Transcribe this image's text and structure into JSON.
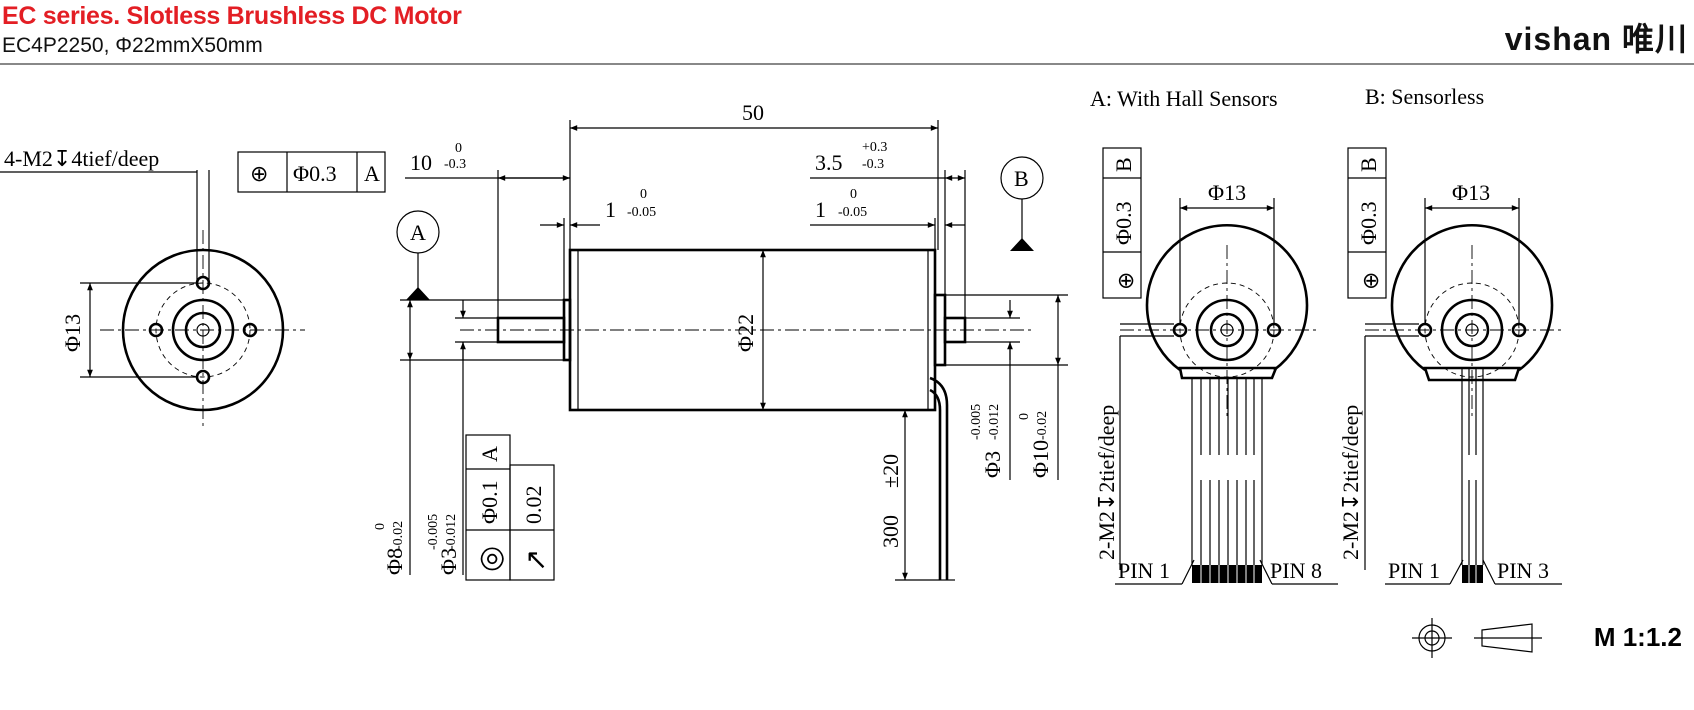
{
  "header": {
    "title": "EC series. Slotless Brushless DC Motor",
    "subtitle": "EC4P2250, Φ22mmX50mm",
    "logo": "vishan 唯川"
  },
  "legend": {
    "a": "A: With Hall Sensors",
    "b": "B: Sensorless"
  },
  "front_view": {
    "thread_note": "4-M2↧4tief/deep",
    "frame": [
      "⊕",
      "Φ0.3",
      "A"
    ],
    "dia_label": "Φ13"
  },
  "side_view": {
    "length": "50",
    "shaft_len": "10",
    "shaft_len_up": "0",
    "shaft_len_low": "-0.3",
    "flange_front": "1",
    "flange_front_up": "0",
    "flange_front_low": "-0.05",
    "rear_shaft": "3.5",
    "rear_shaft_up": "+0.3",
    "rear_shaft_low": "-0.3",
    "flange_rear": "1",
    "flange_rear_up": "0",
    "flange_rear_low": "-0.05",
    "datum_a": "A",
    "datum_b": "B",
    "body_dia": "Φ22",
    "rear_shaft_dia": "Φ3",
    "rear_shaft_dia_up": "-0.005",
    "rear_shaft_dia_low": "-0.012",
    "rear_boss_dia": "Φ10",
    "rear_boss_dia_up": "0",
    "rear_boss_dia_low": "-0.02",
    "boss_dia": "Φ8",
    "boss_dia_up": "0",
    "boss_dia_low": "-0.02",
    "shaft_dia": "Φ3",
    "shaft_dia_up": "-0.005",
    "shaft_dia_low": "-0.012",
    "frame1": [
      "A",
      "Φ0.1",
      "◎"
    ],
    "frame2": [
      "0.02",
      "↗"
    ],
    "lead_length": "300",
    "lead_tol": "±20"
  },
  "hall_view": {
    "frame": [
      "B",
      "Φ0.3",
      "⊕"
    ],
    "dia_label": "Φ13",
    "thread_note": "2-M2↧2tief/deep",
    "pin_first": "PIN 1",
    "pin_last": "PIN 8"
  },
  "sensorless_view": {
    "frame": [
      "B",
      "Φ0.3",
      "⊕"
    ],
    "dia_label": "Φ13",
    "thread_note": "2-M2↧2tief/deep",
    "pin_first": "PIN 1",
    "pin_last": "PIN 3"
  },
  "footer": {
    "scale": "M 1:1.2",
    "projection_icon": "first-angle-projection"
  }
}
